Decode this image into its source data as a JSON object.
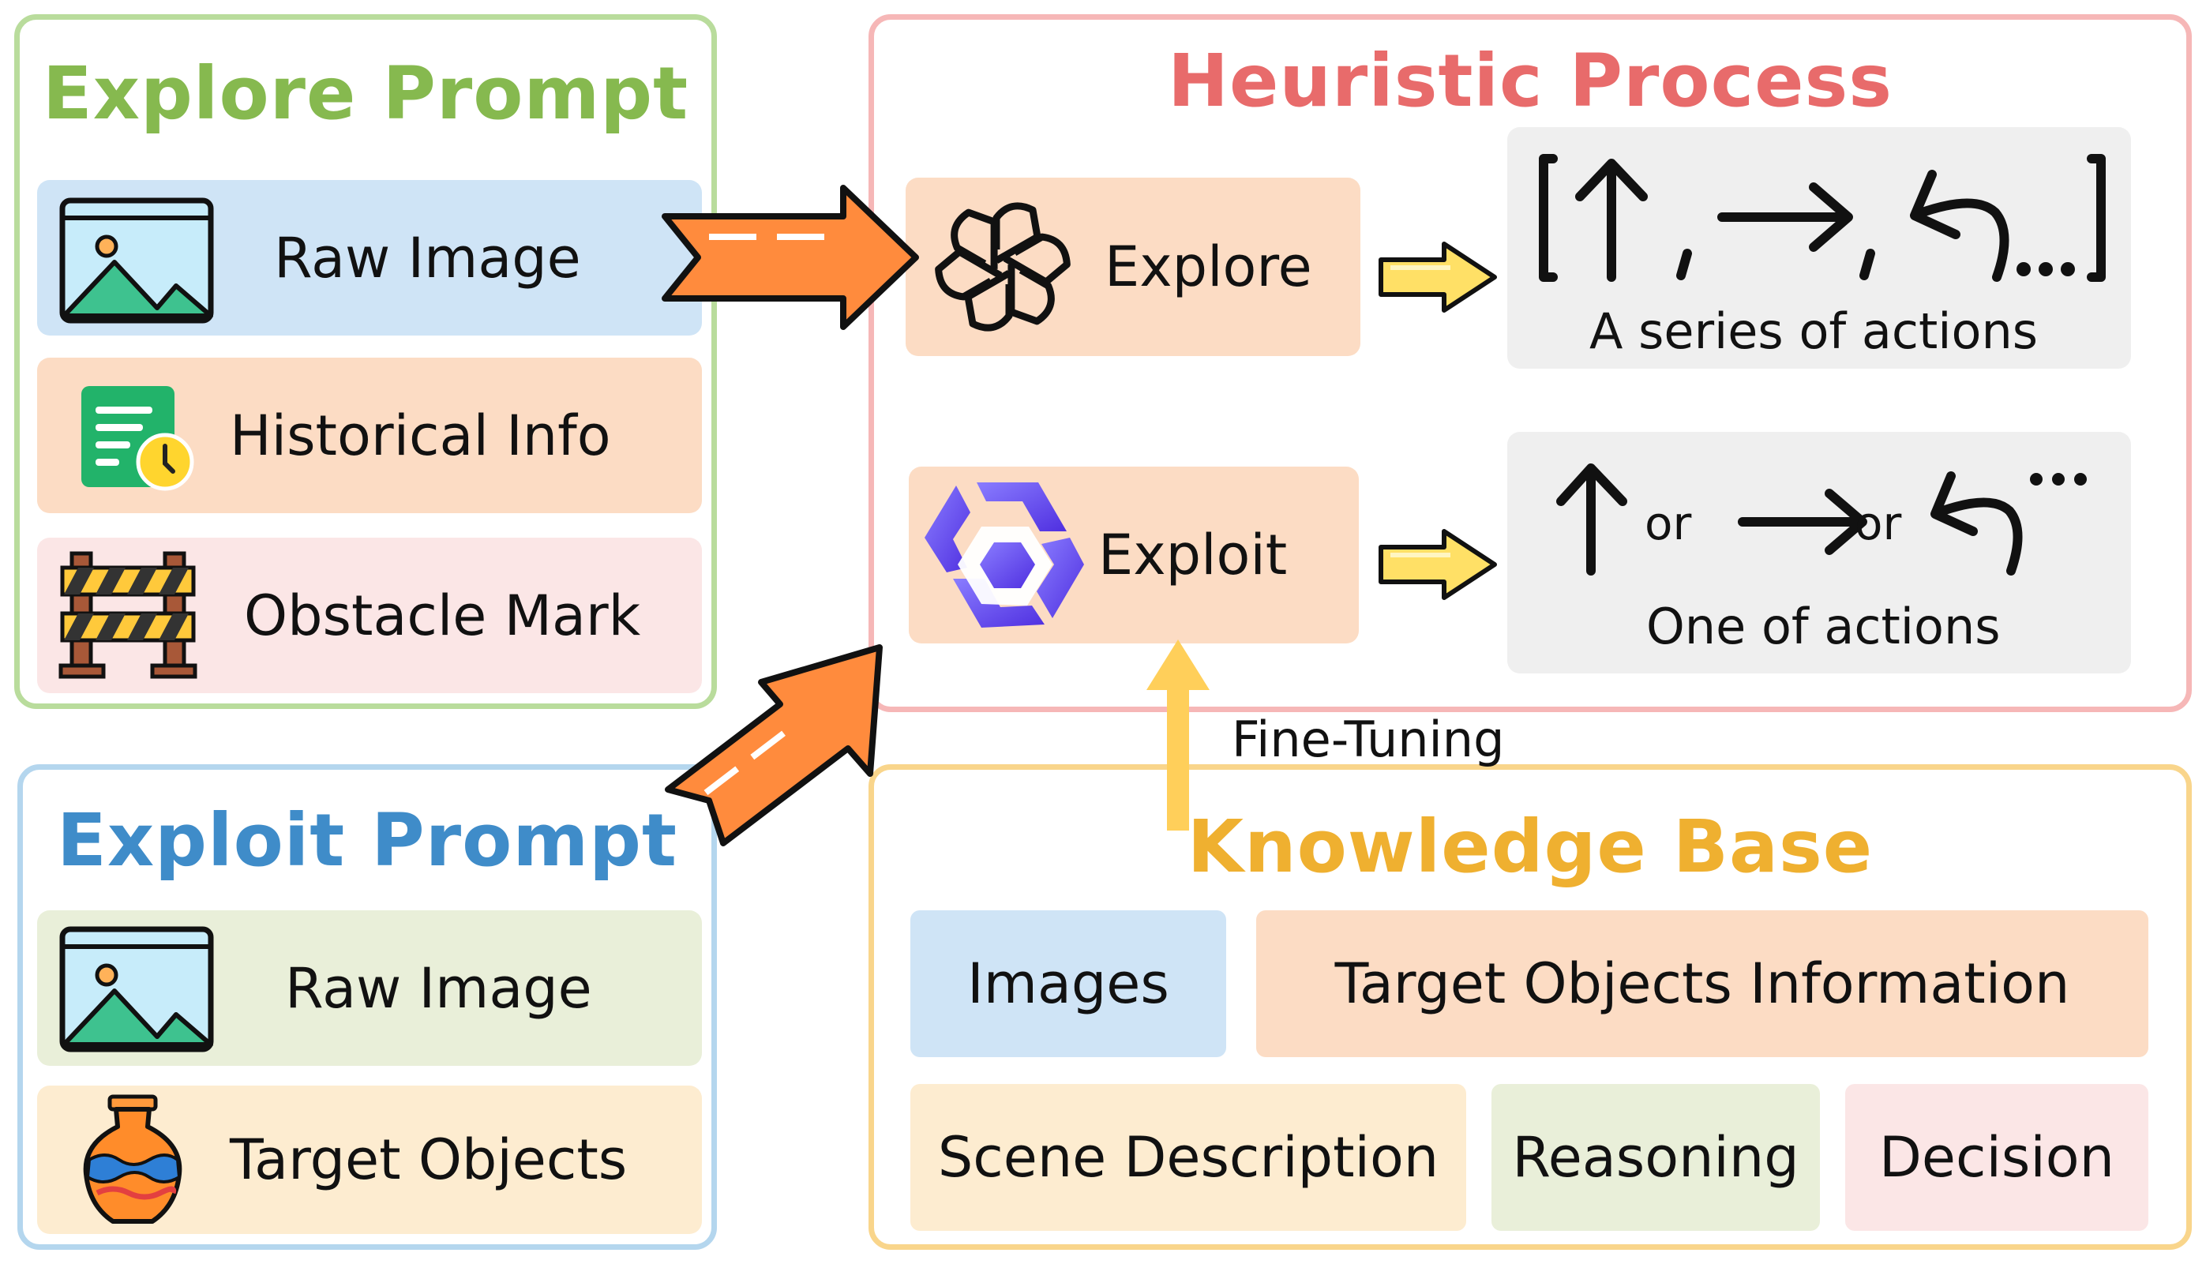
{
  "explore_prompt": {
    "title": "Explore Prompt",
    "items": [
      {
        "label": "Raw Image",
        "icon": "image-icon"
      },
      {
        "label": "Historical Info",
        "icon": "document-clock-icon"
      },
      {
        "label": "Obstacle Mark",
        "icon": "barrier-icon"
      }
    ]
  },
  "exploit_prompt": {
    "title": "Exploit Prompt",
    "items": [
      {
        "label": "Raw Image",
        "icon": "image-icon"
      },
      {
        "label": "Target Objects",
        "icon": "vase-icon"
      }
    ]
  },
  "heuristic_process": {
    "title": "Heuristic Process",
    "explore": {
      "label": "Explore",
      "icon": "openai-logo-icon",
      "result_caption": "A series of actions"
    },
    "exploit": {
      "label": "Exploit",
      "icon": "qwen-logo-icon",
      "result_caption": "One of actions",
      "or_1": "or",
      "or_2": "or"
    }
  },
  "fine_tuning_label": "Fine-Tuning",
  "knowledge_base": {
    "title": "Knowledge Base",
    "items": [
      "Images",
      "Target Objects Information",
      "Scene Description",
      "Reasoning",
      "Decision"
    ]
  },
  "colors": {
    "green": "#b9dc9c",
    "green_title": "#86b94f",
    "blue": "#b4d6ee",
    "blue_title": "#3f8cc9",
    "red": "#f6b7b7",
    "red_title": "#e86b6b",
    "orange": "#f9d58b",
    "orange_title": "#efb030",
    "arrow_orange": "#ff8b3d",
    "arrow_yellow": "#ffe066"
  }
}
